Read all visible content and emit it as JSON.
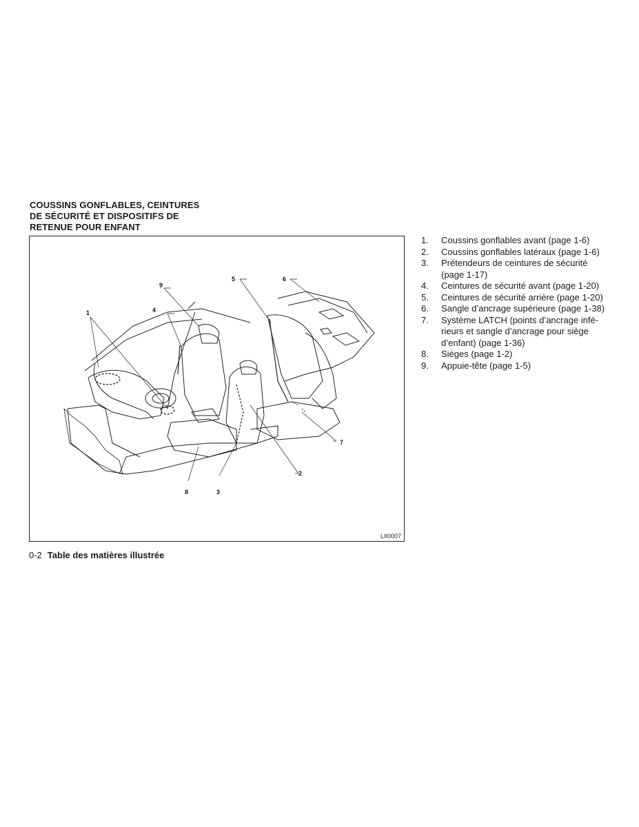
{
  "heading": {
    "lines": [
      "COUSSINS GONFLABLES, CEINTURES",
      "DE SÉCURITÉ ET DISPOSITIFS DE",
      "RETENUE POUR ENFANT"
    ]
  },
  "figure": {
    "code": "LII0007",
    "callouts": [
      "1",
      "2",
      "3",
      "4",
      "5",
      "6",
      "7",
      "8",
      "9"
    ]
  },
  "items": [
    {
      "num": "1.",
      "text": "Coussins gonflables avant (page 1-6)"
    },
    {
      "num": "2.",
      "text": "Coussins gonflables latéraux (page 1-6)"
    },
    {
      "num": "3.",
      "text": "Prétendeurs de ceintures de sécurité (page 1-17)"
    },
    {
      "num": "4.",
      "text": "Ceintures de sécurité avant (page 1-20)"
    },
    {
      "num": "5.",
      "text": "Ceintures de sécurité arrière (page 1-20)"
    },
    {
      "num": "6.",
      "text": "Sangle d’ancrage supérieure (page 1-38)"
    },
    {
      "num": "7.",
      "text": "Système LATCH (points d’ancrage infé- rieurs et sangle d’ancrage pour siège d’enfant) (page 1-36)"
    },
    {
      "num": "8.",
      "text": "Sièges (page 1-2)"
    },
    {
      "num": "9.",
      "text": "Appuie-tête (page 1-5)"
    }
  ],
  "footer": {
    "page": "0-2",
    "section": "Table des matières illustrée"
  }
}
